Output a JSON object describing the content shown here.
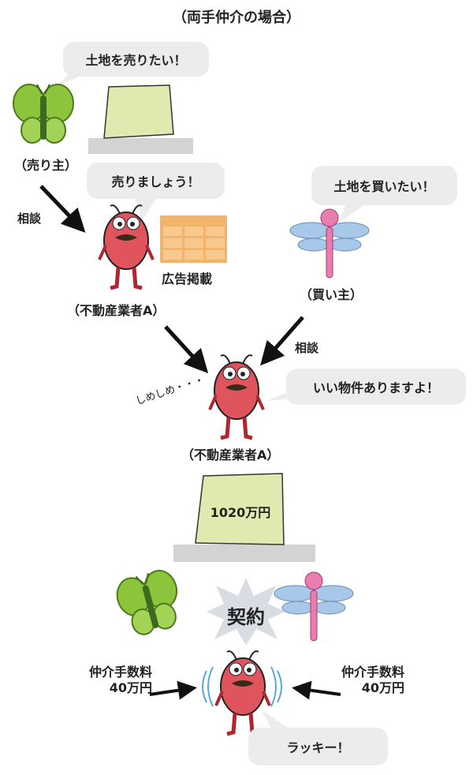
{
  "title": "（両手仲介の場合）",
  "seller": {
    "speech": "土地を売りたい！",
    "label": "（売り主）"
  },
  "agent_top": {
    "speech": "売りましょう！",
    "label": "（不動産業者A）",
    "ad_label": "広告掲載"
  },
  "consult_left": "相談",
  "buyer": {
    "speech": "土地を買いたい！",
    "label": "（買い主）"
  },
  "consult_right": "相談",
  "agent_mid": {
    "thought": "しめしめ・・・",
    "speech": "いい物件ありますよ！",
    "label": "（不動産業者A）"
  },
  "land": {
    "price": "1020万円"
  },
  "contract": "契約",
  "fee_left": {
    "line1": "仲介手数料",
    "line2": "40万円"
  },
  "fee_right": {
    "line1": "仲介手数料",
    "line2": "40万円"
  },
  "agent_bottom": {
    "speech": "ラッキー！"
  },
  "colors": {
    "bubble": "#ececec",
    "land": "#dfeab0",
    "ground": "#d3d3d3",
    "agent": "#e0545e",
    "ad": "#f4b36b",
    "seller": "#8cc43c",
    "buyer_wing": "#a8c8ea",
    "buyer_body": "#e87db0"
  }
}
